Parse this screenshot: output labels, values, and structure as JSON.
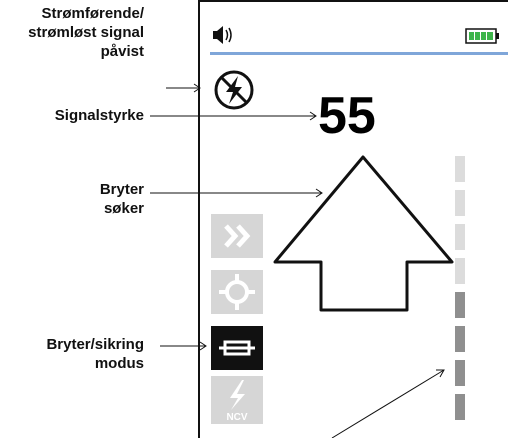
{
  "callouts": {
    "signal_detected": "Strømførende/\nstrømløst signal\npåvist",
    "signal_strength": "Signalstyrke",
    "breaker_finder": "Bryter\nsøker",
    "breaker_fuse_mode": "Bryter/sikring\nmodus"
  },
  "display": {
    "signal_strength_value": "55",
    "ncv_label": "NCV",
    "accent_color": "#7fa6d9",
    "battery_color": "#3db54a",
    "meter_segments": [
      "off",
      "off",
      "off",
      "off",
      "on",
      "on",
      "on",
      "on"
    ]
  },
  "modes": [
    {
      "name": "breaker-finder-mode",
      "icon": "double-chevron-icon",
      "active": false
    },
    {
      "name": "target-mode",
      "icon": "crosshair-icon",
      "active": false
    },
    {
      "name": "breaker-fuse-mode",
      "icon": "fuse-icon",
      "active": true
    },
    {
      "name": "ncv-mode",
      "icon": "lightning-icon",
      "active": false
    }
  ]
}
